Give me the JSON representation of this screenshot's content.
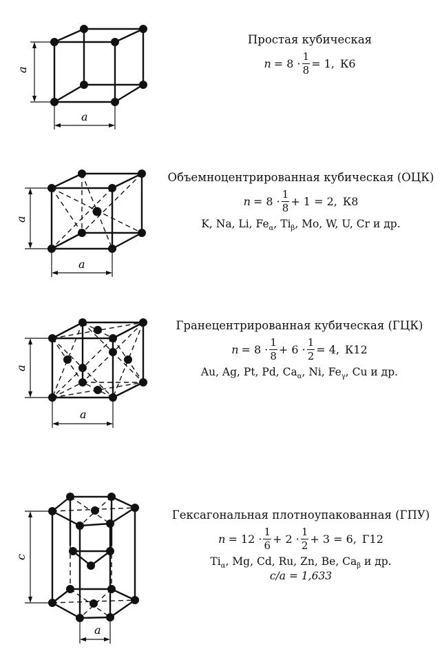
{
  "structures": [
    {
      "title": "Простая кубическая",
      "formula": {
        "n": "n",
        "eq1": "= 8 ·",
        "num1": "1",
        "den1": "8",
        "rest": "= 1,",
        "code": "К6"
      },
      "dim_label_vertical": "a",
      "dim_label_horizontal": "a"
    },
    {
      "title": "Объемноцентрированная кубическая (ОЦК)",
      "formula": {
        "n": "n",
        "eq1": "= 8 ·",
        "num1": "1",
        "den1": "8",
        "rest": "+ 1 = 2,",
        "code": "К8"
      },
      "elements": "K, Na, Li, Fe",
      "sub1": "α",
      "el2": ", Ti",
      "sub2": "β",
      "el3": ", Mo, W, U, Cr и др.",
      "dim_label_vertical": "a",
      "dim_label_horizontal": "a"
    },
    {
      "title": "Гранецентрированная кубическая (ГЦК)",
      "formula": {
        "n": "n",
        "eq1": "= 8 ·",
        "num1": "1",
        "den1": "8",
        "mid": "+ 6 ·",
        "num2": "1",
        "den2": "2",
        "rest": "= 4,",
        "code": "К12"
      },
      "elements": "Au, Ag, Pt, Pd, Ca",
      "sub1": "α",
      "el2": ", Ni, Fe",
      "sub2": "γ",
      "el3": ", Cu и др.",
      "dim_label_vertical": "a",
      "dim_label_horizontal": "a"
    },
    {
      "title": "Гексагональная плотноупакованная (ГПУ)",
      "formula": {
        "n": "n",
        "eq1": "= 12 ·",
        "num1": "1",
        "den1": "6",
        "mid": "+ 2 ·",
        "num2": "1",
        "den2": "2",
        "rest": "+ 3 = 6,",
        "code": "Г12"
      },
      "elements": "Ti",
      "sub1": "α",
      "el2": ", Mg, Cd, Ru, Zn, Be, Ca",
      "sub2": "β",
      "el3": " и др.",
      "ratio": "c/a = 1,633",
      "dim_label_vertical": "c",
      "dim_label_horizontal": "a"
    }
  ]
}
